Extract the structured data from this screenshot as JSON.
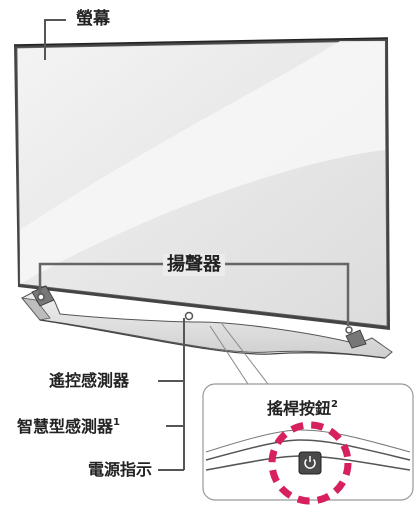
{
  "labels": {
    "screen": "螢幕",
    "speaker": "揚聲器",
    "remote_sensor": "遙控感測器",
    "smart_sensor": "智慧型感測器",
    "smart_sensor_sup": "1",
    "power_indicator": "電源指示",
    "joystick_button": "搖桿按鈕",
    "joystick_button_sup": "2"
  },
  "icons": {
    "power": "power-icon"
  },
  "colors": {
    "callout_highlight": "#d6215d",
    "line": "#555555",
    "frame": "#3a3a3a",
    "screen_glass": "#ececec"
  }
}
